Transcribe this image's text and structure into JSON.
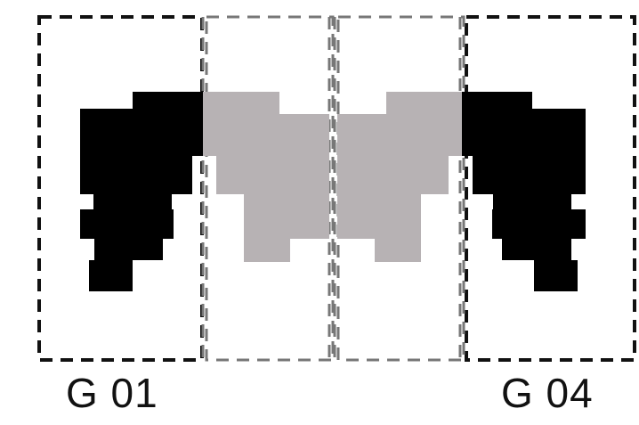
{
  "labels": {
    "g01": "G 01",
    "g04": "G 04"
  },
  "colors": {
    "outer_units": "#000000",
    "inner_units": "#b7b2b4",
    "outer_outline": "#111111",
    "inner_outline": "#7a7a7a",
    "background": "#ffffff"
  },
  "units": [
    {
      "id": "G 01",
      "fill": "black"
    },
    {
      "id": "inner-left",
      "fill": "grey"
    },
    {
      "id": "inner-right",
      "fill": "grey"
    },
    {
      "id": "G 04",
      "fill": "black"
    }
  ]
}
